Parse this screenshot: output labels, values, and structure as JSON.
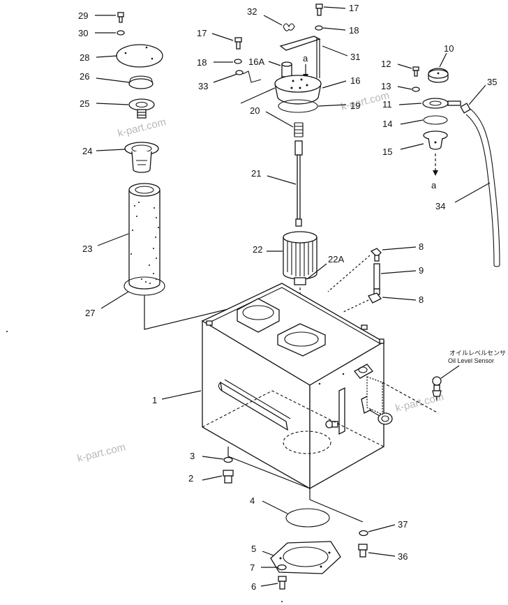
{
  "labels": {
    "l29": "29",
    "l30": "30",
    "l28": "28",
    "l26": "26",
    "l25": "25",
    "l24": "24",
    "l23": "23",
    "l27": "27",
    "l32": "32",
    "l17a": "17",
    "l18a": "18",
    "l17b": "17",
    "l18b": "18",
    "l16a": "16A",
    "l_a1": "a",
    "l31": "31",
    "l33": "33",
    "l16": "16",
    "l19": "19",
    "l20": "20",
    "l21": "21",
    "l22": "22",
    "l22a": "22A",
    "l10": "10",
    "l12": "12",
    "l13": "13",
    "l11": "11",
    "l14": "14",
    "l15": "15",
    "l_a2": "a",
    "l35": "35",
    "l34": "34",
    "l8a": "8",
    "l9": "9",
    "l8b": "8",
    "l1": "1",
    "l3": "3",
    "l2": "2",
    "l4": "4",
    "l5": "5",
    "l7": "7",
    "l6": "6",
    "l37": "37",
    "l36": "36"
  },
  "sensor_label_jp": "オイルレベルセンサ",
  "sensor_label_en": "Oil Level Sensor",
  "watermarks": [
    "k-part.com",
    "k-part.com",
    "k-part.com",
    "k-part.com"
  ]
}
